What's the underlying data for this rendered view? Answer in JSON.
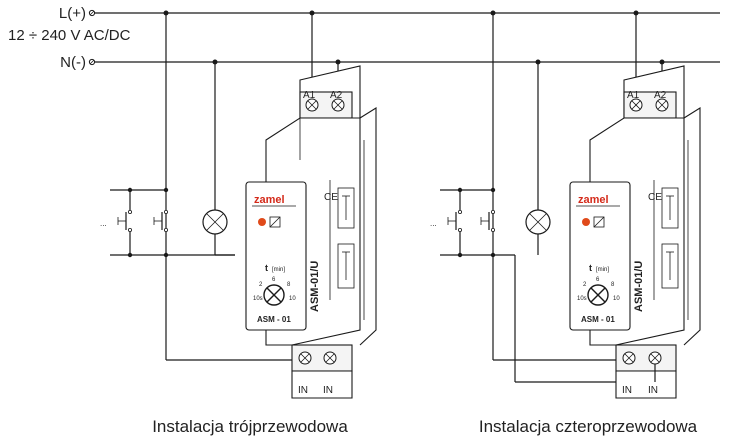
{
  "supply": {
    "l_label": "L(+)",
    "voltage_label": "12 ÷ 240 V AC/DC",
    "n_label": "N(-)"
  },
  "device": {
    "brand": "zamel",
    "model_side": "ASM-01/U",
    "model_front": "ASM - 01",
    "dial_label": "t",
    "dial_unit": "[min]",
    "dial_marks": [
      "2",
      "6",
      "8",
      "10s",
      "10"
    ],
    "ce_mark": "CE",
    "terminal_top_1": "A1",
    "terminal_top_2": "A2",
    "terminal_bottom_1": "IN",
    "terminal_bottom_2": "IN"
  },
  "panels": [
    {
      "caption": "Instalacja trójprzewodowa"
    },
    {
      "caption": "Instalacja czteroprzewodowa"
    }
  ],
  "colors": {
    "wire": "#1a1a1a",
    "device_body": "#ffffff",
    "led": "#e04a1a",
    "brand_red": "#d42a1a"
  }
}
